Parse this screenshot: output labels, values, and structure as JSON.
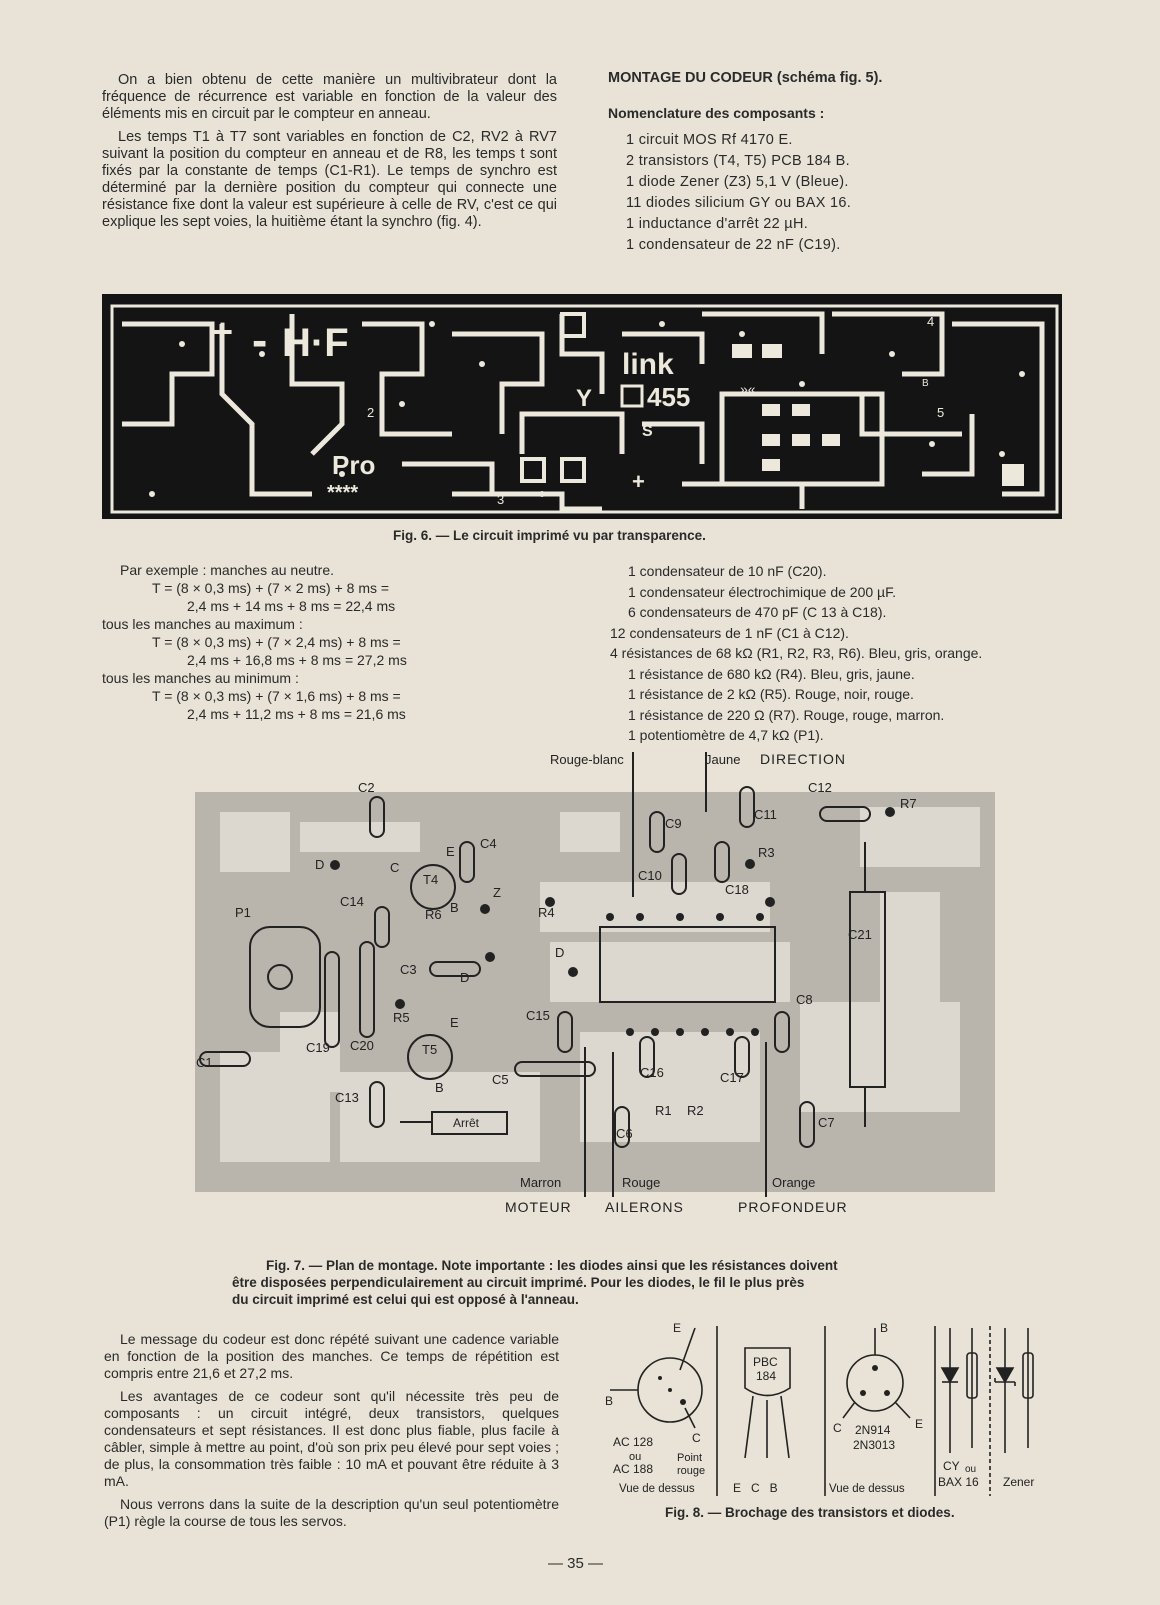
{
  "intro_paragraphs": [
    "On a bien obtenu de cette manière un multivibrateur dont la fréquence de récurrence est variable en fonction de la valeur des éléments mis en circuit par le compteur en anneau.",
    "Les temps T1 à T7 sont variables en fonction de C2, RV2 à RV7 suivant la position du compteur en anneau et de R8, les temps t sont fixés par la constante de temps (C1-R1). Le temps de synchro est déterminé par la dernière position du compteur qui connecte une résistance fixe dont la valeur est supérieure à celle de RV, c'est ce qui explique les sept voies, la huitième étant la synchro (fig. 4)."
  ],
  "montage_title": "MONTAGE DU CODEUR (schéma fig. 5).",
  "nomenclature_title": "Nomenclature des composants :",
  "parts_top": [
    "1 circuit MOS Rf 4170 E.",
    "2 transistors (T4, T5) PCB 184 B.",
    "1 diode Zener (Z3) 5,1 V (Bleue).",
    "11 diodes silicium GY ou BAX 16.",
    "1 inductance d'arrêt 22 µH.",
    "1 condensateur de 22 nF (C19)."
  ],
  "fig6": {
    "caption": "Fig. 6. — Le circuit imprimé vu par transparence.",
    "labels": {
      "plus": "+",
      "dash": "-",
      "hf": "H·F",
      "link": "link",
      "n455": "455",
      "pro": "Pro",
      "stars": "****",
      "s": "S",
      "arrows": "»«",
      "n2": "2",
      "n3": "3",
      "n4": "4",
      "n5": "5",
      "b": "B",
      "y": "Y"
    }
  },
  "calc_lines": [
    {
      "t": "Par exemple : manches au neutre.",
      "k": "tx1"
    },
    {
      "t": "T = (8 × 0,3 ms) + (7 × 2 ms) + 8 ms =",
      "k": "eq"
    },
    {
      "t": "2,4 ms + 14 ms + 8 ms = 22,4 ms",
      "k": "eq2"
    },
    {
      "t": "tous les manches au maximum :",
      "k": "tx"
    },
    {
      "t": "T = (8 × 0,3 ms) + (7 × 2,4 ms) + 8 ms =",
      "k": "eq"
    },
    {
      "t": "2,4 ms + 16,8 ms + 8 ms = 27,2 ms",
      "k": "eq2"
    },
    {
      "t": "tous les manches au minimum :",
      "k": "tx"
    },
    {
      "t": "T = (8 × 0,3 ms) + (7 × 1,6 ms) + 8 ms =",
      "k": "eq"
    },
    {
      "t": "2,4 ms + 11,2 ms + 8 ms = 21,6 ms",
      "k": "eq2"
    }
  ],
  "parts_bottom": [
    "1 condensateur de 10 nF (C20).",
    "1 condensateur électrochimique de 200 µF.",
    "6 condensateurs de 470 pF (C 13 à C18).",
    "12 condensateurs de 1 nF (C1 à C12).",
    "4 résistances de 68 kΩ (R1, R2, R3, R6). Bleu, gris, orange.",
    "1 résistance de 680 kΩ (R4). Bleu, gris, jaune.",
    "1 résistance de 2 kΩ (R5). Rouge, noir, rouge.",
    "1 résistance de 220 Ω (R7). Rouge, rouge, marron.",
    "1 potentiomètre de 4,7 kΩ (P1)."
  ],
  "fig7": {
    "caption_lines": [
      "Fig. 7. — Plan de montage. Note importante : les diodes ainsi que les résistances doivent",
      "être disposées perpendiculairement au circuit imprimé. Pour les diodes, le fil le plus près",
      "du circuit imprimé est celui qui est opposé à l'anneau."
    ],
    "top_labels": {
      "rouge_blanc": "Rouge-blanc",
      "jaune": "Jaune",
      "direction": "DIRECTION"
    },
    "bottom_labels": {
      "marron": "Marron",
      "rouge": "Rouge",
      "orange": "Orange",
      "moteur": "MOTEUR",
      "ailerons": "AILERONS",
      "profondeur": "PROFONDEUR"
    },
    "components": {
      "c1": "C1",
      "c2": "C2",
      "c3": "C3",
      "c4": "C4",
      "c5": "C5",
      "c6": "C6",
      "c7": "C7",
      "c8": "C8",
      "c9": "C9",
      "c10": "C10",
      "c11": "C11",
      "c12": "C12",
      "c13": "C13",
      "c14": "C14",
      "c15": "C15",
      "c16": "C16",
      "c17": "C17",
      "c18": "C18",
      "c19": "C19",
      "c20": "C20",
      "c21": "C21",
      "r1": "R1",
      "r2": "R2",
      "r3": "R3",
      "r4": "R4",
      "r5": "R5",
      "r6": "R6",
      "r7": "R7",
      "t4": "T4",
      "t5": "T5",
      "p1": "P1",
      "arret": "Arrêt",
      "d": "D",
      "e": "E",
      "b": "B",
      "c": "C",
      "z": "Z"
    }
  },
  "bottom_paragraphs": [
    "Le message du codeur est donc répété suivant une cadence variable en fonction de la position des manches. Ce temps de répétition est compris entre 21,6 et 27,2 ms.",
    "Les avantages de ce codeur sont qu'il nécessite très peu de composants : un circuit intégré, deux transistors, quelques condensateurs et sept résistances. Il est donc plus fiable, plus facile à câbler, simple à mettre au point, d'où son prix peu élevé pour sept voies ; de plus, la consommation très faible : 10 mA et pouvant être réduite à 3 mA.",
    "Nous verrons dans la suite de la description qu'un seul potentiomètre (P1) règle la course de tous les servos."
  ],
  "fig8": {
    "caption": "Fig. 8. — Brochage des transistors et diodes.",
    "ac": {
      "e": "E",
      "b": "B",
      "c": "C",
      "name1": "AC 128",
      "ou": "ou",
      "name2": "AC 188",
      "point": "Point",
      "rouge": "rouge",
      "view": "Vue de dessus"
    },
    "pbc": {
      "name1": "PBC",
      "name2": "184",
      "pins": "E   C   B"
    },
    "n2": {
      "b": "B",
      "c": "C",
      "e": "E",
      "name1": "2N914",
      "name2": "2N3013",
      "view": "Vue de dessus"
    },
    "diodes": {
      "cy": "CY",
      "ou": "ou",
      "bax": "BAX 16",
      "zener": "Zener"
    }
  },
  "page_number": "— 35 —"
}
